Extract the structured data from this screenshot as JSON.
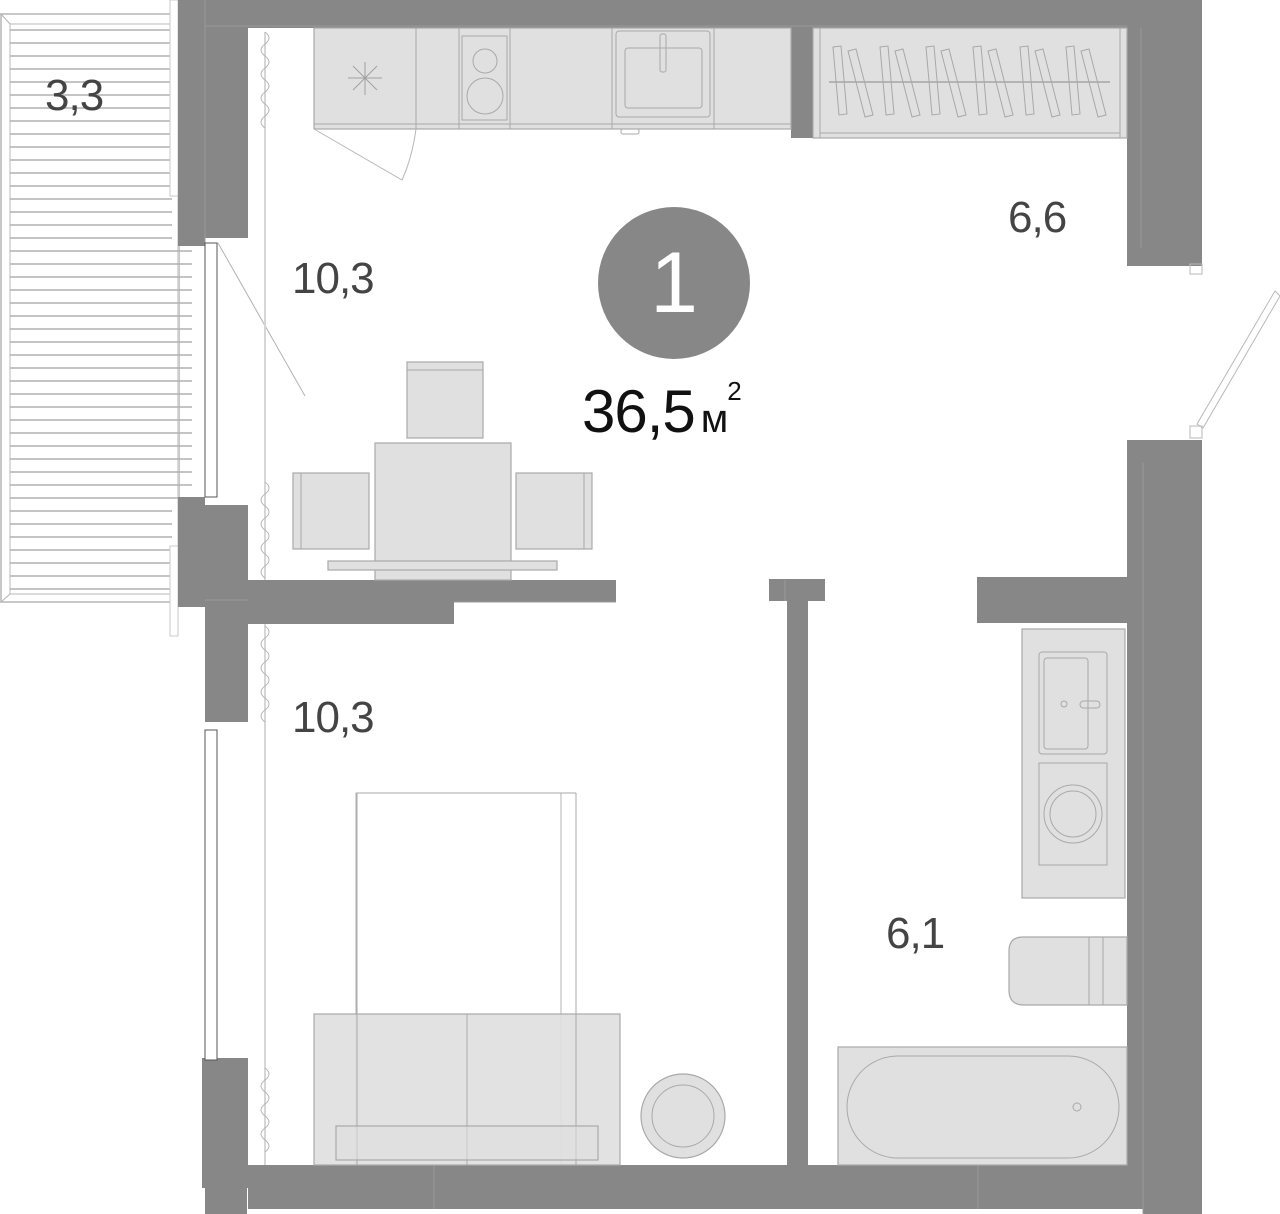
{
  "plan": {
    "type": "apartment-floor-plan",
    "rooms_badge": "1",
    "total_area": {
      "value": "36,5",
      "unit": "м",
      "exponent": "2"
    },
    "colors": {
      "wall": "#878787",
      "furniture": "#e0e0e0",
      "badge": "#878787",
      "text": "#444444",
      "background": "#ffffff"
    },
    "rooms": [
      {
        "id": "balcony",
        "label": "3,3"
      },
      {
        "id": "kitchen-living",
        "label": "10,3"
      },
      {
        "id": "hallway",
        "label": "6,6"
      },
      {
        "id": "bedroom",
        "label": "10,3"
      },
      {
        "id": "bathroom",
        "label": "6,1"
      }
    ],
    "furniture": [
      "kitchen-counter",
      "hob",
      "sink",
      "wardrobe",
      "dining-table",
      "chairs",
      "double-bed",
      "nightstand-round",
      "washbasin",
      "washing-machine",
      "toilet",
      "bathtub",
      "curtains",
      "entrance-door"
    ]
  }
}
